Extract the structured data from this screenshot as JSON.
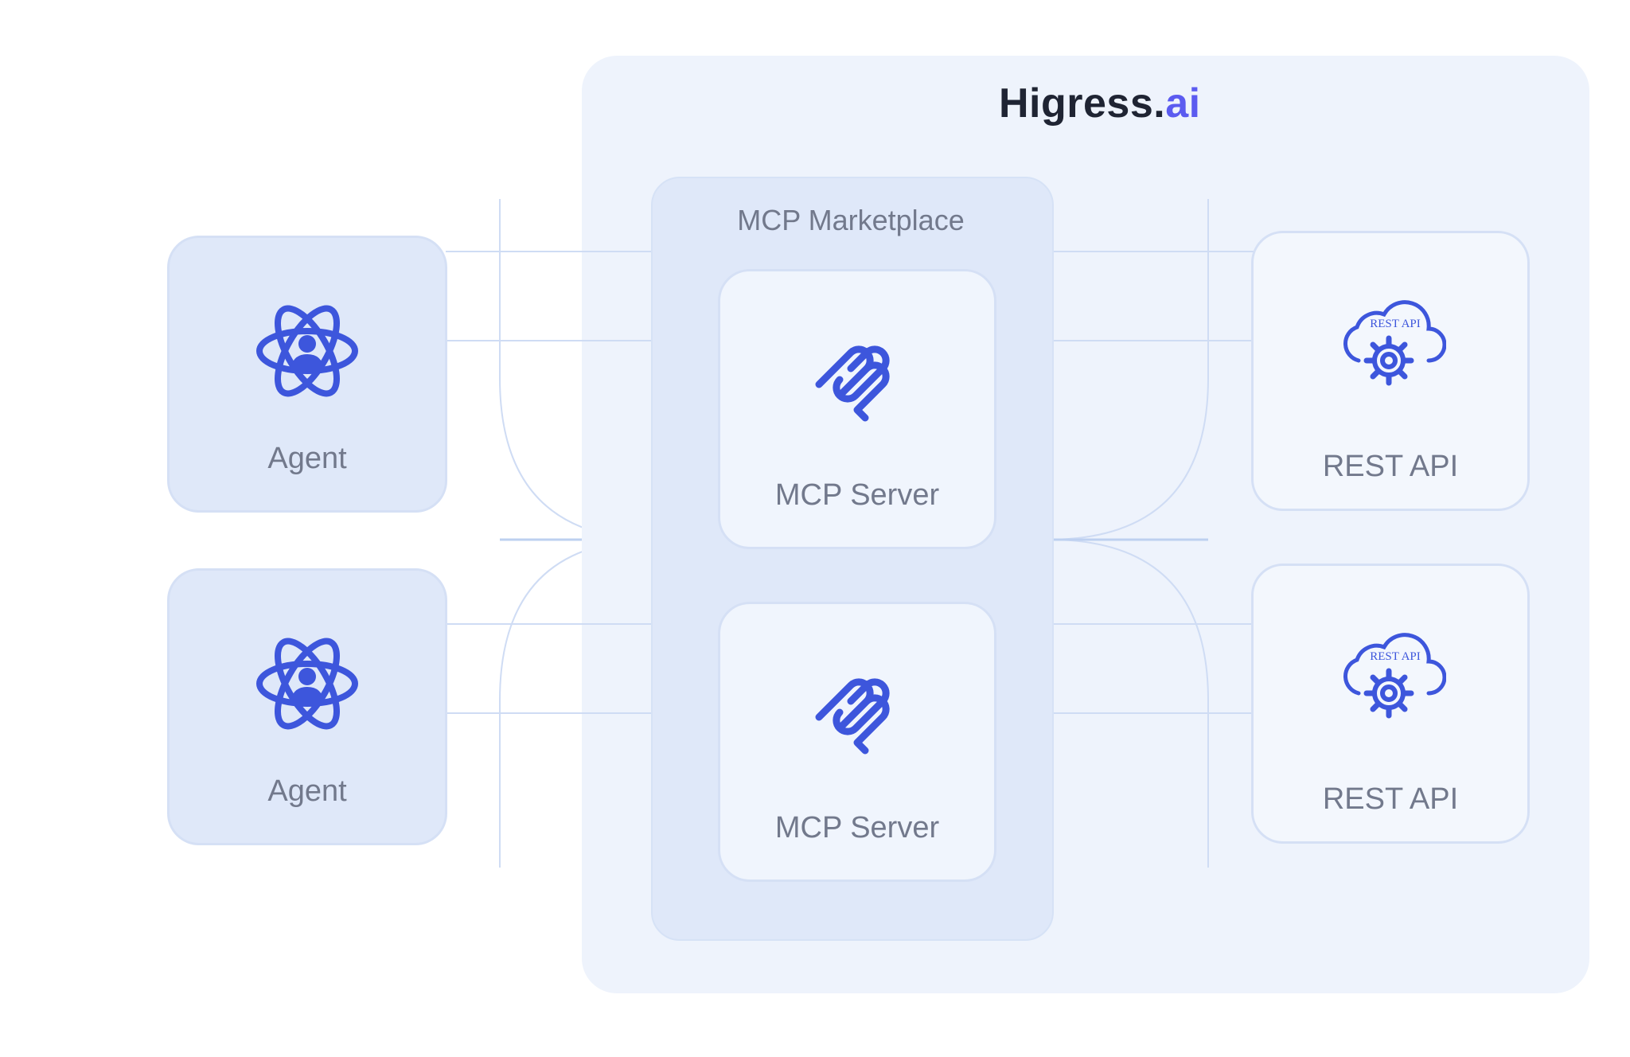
{
  "logo": {
    "part1": "Higress",
    "dot": ".",
    "part2": "ai"
  },
  "marketplace": {
    "title": "MCP Marketplace"
  },
  "agents": [
    {
      "label": "Agent",
      "icon": "agent-atom-icon"
    },
    {
      "label": "Agent",
      "icon": "agent-atom-icon"
    }
  ],
  "mcp_servers": [
    {
      "label": "MCP Server",
      "icon": "mcp-logo-icon"
    },
    {
      "label": "MCP Server",
      "icon": "mcp-logo-icon"
    }
  ],
  "rest_apis": [
    {
      "label": "REST API",
      "icon": "rest-api-cloud-gear-icon",
      "icon_text": "REST API"
    },
    {
      "label": "REST API",
      "icon": "rest-api-cloud-gear-icon",
      "icon_text": "REST API"
    }
  ],
  "colors": {
    "icon_blue": "#3d56dc",
    "logo_accent": "#5b5bf0",
    "connector": "#c9d8f2"
  }
}
